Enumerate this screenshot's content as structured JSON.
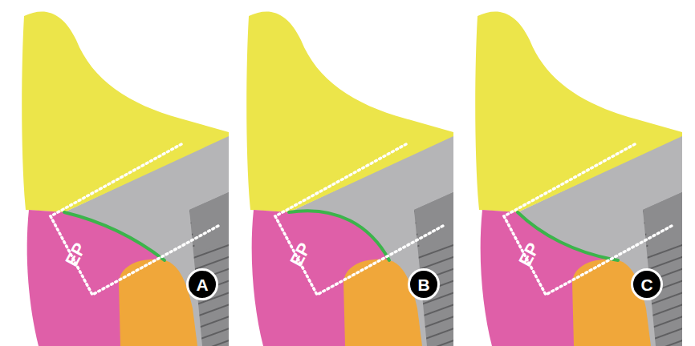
{
  "diagram": {
    "nodes": [
      {
        "text": [
          "A"
        ]
      },
      {
        "text": [
          "B"
        ]
      },
      {
        "text": [
          "C"
        ]
      }
    ],
    "labels": [
      "EP",
      "EP",
      "EP"
    ]
  }
}
